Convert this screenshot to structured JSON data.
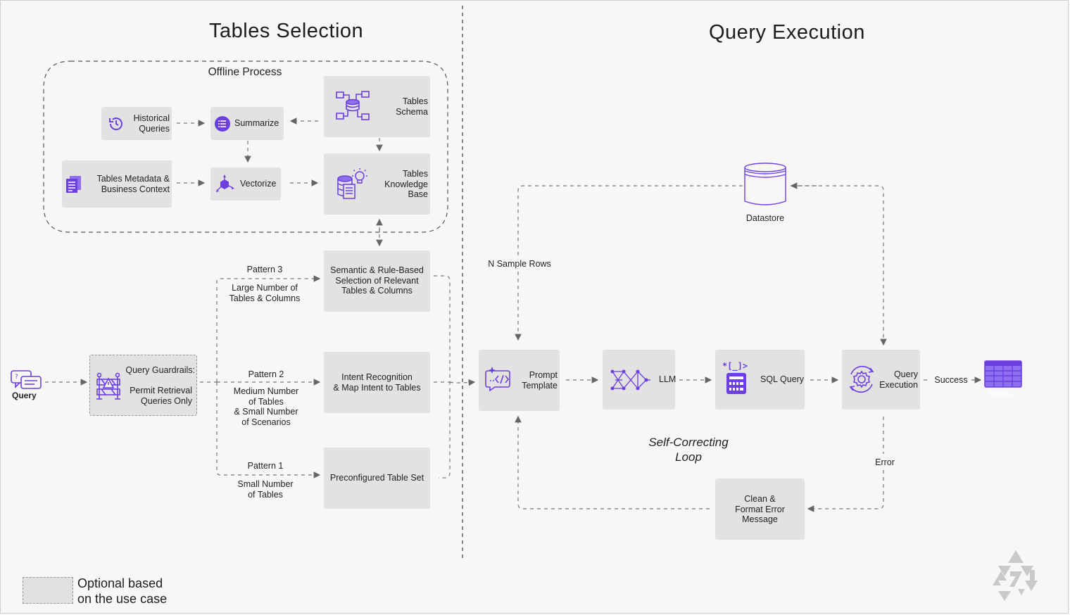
{
  "sections": {
    "left_title": "Tables Selection",
    "right_title": "Query Execution",
    "offline_title": "Offline Process"
  },
  "nodes": {
    "historical_queries": "Historical\nQueries",
    "summarize": "Summarize",
    "tables_schema": "Tables\nSchema",
    "tables_metadata": "Tables Metadata &\nBusiness Context",
    "vectorize": "Vectorize",
    "knowledge_base": "Tables\nKnowledge\nBase",
    "semantic_selection": "Semantic & Rule-Based\nSelection of Relevant\nTables & Columns",
    "intent_recognition": "Intent Recognition\n& Map Intent to Tables",
    "preconfigured": "Preconfigured Table Set",
    "query": "Query",
    "guardrails_title": "Query Guardrails:",
    "guardrails_body": "Permit Retrieval\nQueries Only",
    "prompt_template": "Prompt\nTemplate",
    "llm": "LLM",
    "sql_query": "SQL Query",
    "query_execution": "Query\nExecution",
    "results": "Results",
    "datastore": "Datastore",
    "clean_format": "Clean &\nFormat Error\nMessage"
  },
  "edge_labels": {
    "pattern3": "Pattern 3",
    "pattern3_desc": "Large Number of\nTables & Columns",
    "pattern2": "Pattern 2",
    "pattern2_desc": "Medium Number\nof Tables\n& Small Number\nof Scenarios",
    "pattern1": "Pattern 1",
    "pattern1_desc": "Small Number\nof Tables",
    "n_sample_rows": "N Sample Rows",
    "success": "Success",
    "error": "Error",
    "self_correcting": "Self-Correcting\nLoop"
  },
  "legend": {
    "text": "Optional based\non the use case"
  },
  "colors": {
    "accent": "#6b3fe0",
    "box": "#e2e2e2",
    "line": "#777777",
    "background": "#f7f7f7"
  },
  "icons": {
    "historical_queries": "history-icon",
    "summarize": "list-icon",
    "tables_schema": "schema-icon",
    "tables_metadata": "document-icon",
    "vectorize": "vector-icon",
    "knowledge_base": "knowledge-icon",
    "query": "chat-icon",
    "guardrails": "barrier-icon",
    "prompt_template": "prompt-icon",
    "llm": "network-icon",
    "sql_query": "sql-icon",
    "query_execution": "gear-icon",
    "results": "table-icon",
    "datastore": "database-icon",
    "logo": "logo-icon"
  }
}
